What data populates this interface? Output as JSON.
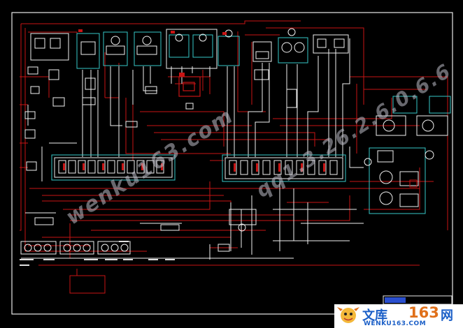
{
  "watermark": {
    "text_left": "wenku163.com",
    "text_right": "qq1.3.26.2.6.0.6.6"
  },
  "logo": {
    "chinese": "文库",
    "number": "163",
    "suffix": "网",
    "url": "WENKU163.COM"
  },
  "colors": {
    "background": "#000000",
    "red_line": "#c81414",
    "white_line": "#f2f2f2",
    "cyan_line": "#36c7c7",
    "logo_blue": "#1b5fc7",
    "logo_orange": "#e0701a"
  },
  "title_block": {
    "label": ""
  }
}
